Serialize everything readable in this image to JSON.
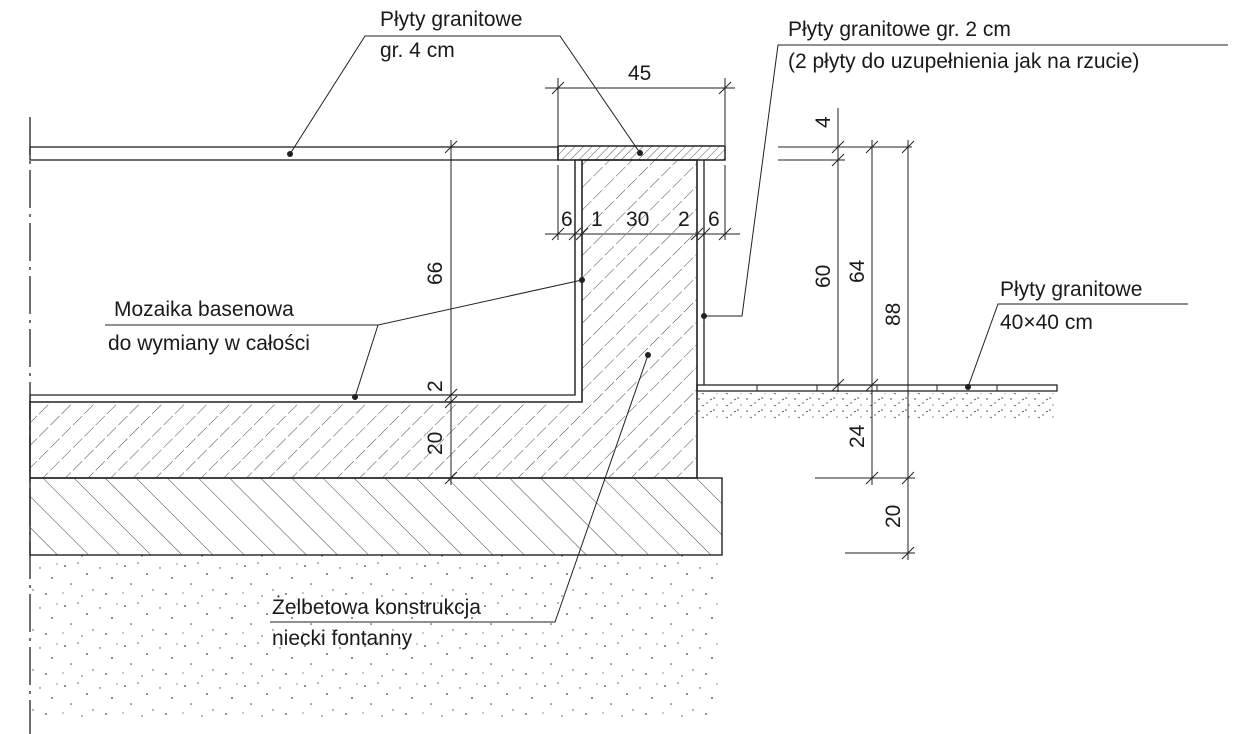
{
  "labels": {
    "granite_top_l1": "Płyty granitowe",
    "granite_top_l2": "gr. 4 cm",
    "granite_side_l1": "Płyty granitowe gr. 2 cm",
    "granite_side_l2": "(2 płyty do uzupełnienia jak na rzucie)",
    "mosaic_l1": "Mozaika basenowa",
    "mosaic_l2": "do wymiany w całości",
    "granite_ground_l1": "Płyty granitowe",
    "granite_ground_l2": "40×40 cm",
    "concrete_l1": "Żelbetowa konstrukcja",
    "concrete_l2": "niecki fontanny"
  },
  "dimensions": {
    "coping_width": "45",
    "wall_6_left": "6",
    "wall_1": "1",
    "wall_30": "30",
    "wall_2": "2",
    "wall_6_right": "6",
    "depth_66": "66",
    "mosaic_2": "2",
    "slab_20": "20",
    "coping_4": "4",
    "h_60": "60",
    "h_64": "64",
    "h_88": "88",
    "h_24": "24",
    "h_20_lower": "20"
  },
  "colors": {
    "line": "#222222",
    "background": "#ffffff"
  }
}
